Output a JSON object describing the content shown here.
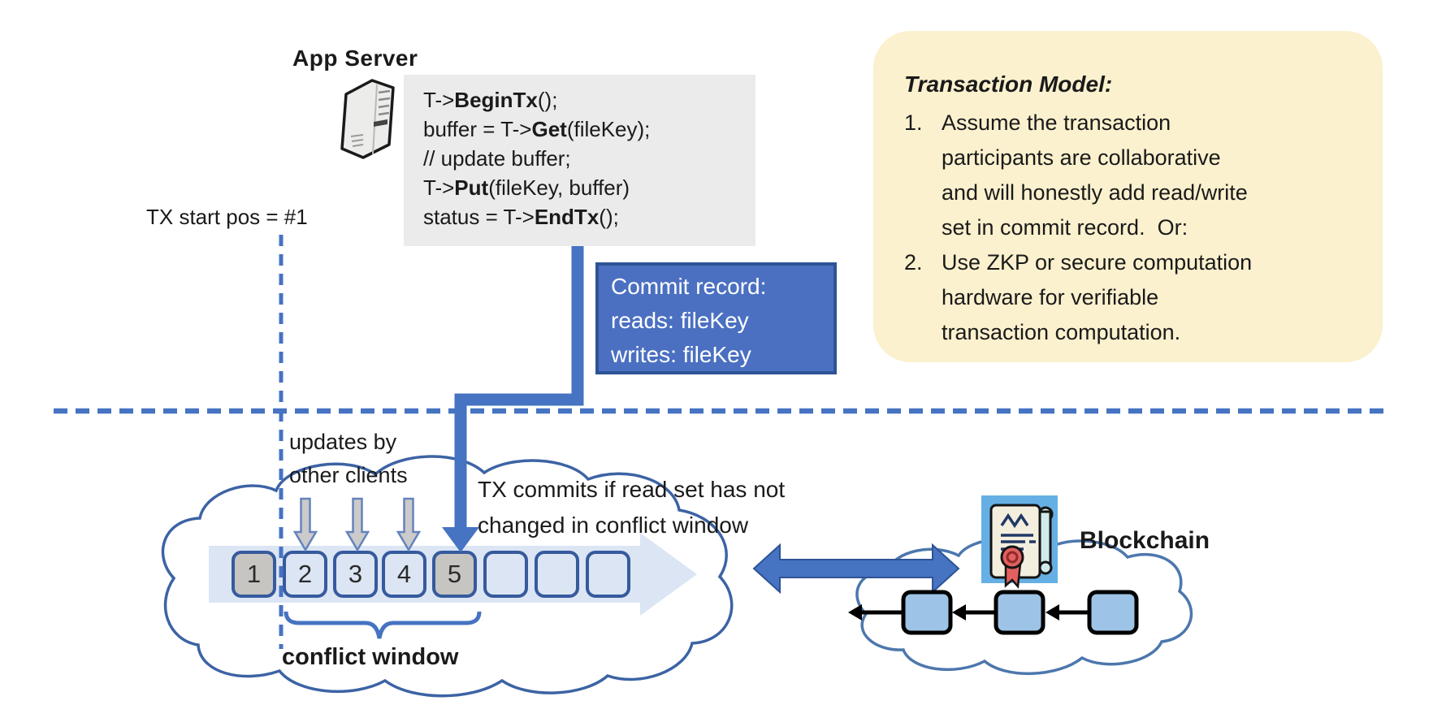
{
  "app_server": {
    "title": "App Server"
  },
  "code_block": {
    "lines": [
      {
        "s": [
          {
            "t": "T->"
          },
          {
            "t": "BeginTx"
          },
          {
            "t": "();"
          }
        ]
      },
      {
        "s": [
          {
            "t": "buffer = T->"
          },
          {
            "t": "Get"
          },
          {
            "t": "(fileKey);"
          }
        ]
      },
      {
        "s": [
          {
            "t": "// update buffer;"
          }
        ]
      },
      {
        "s": [
          {
            "t": "T->"
          },
          {
            "t": "Put"
          },
          {
            "t": "(fileKey, buffer)"
          }
        ]
      },
      {
        "s": [
          {
            "t": "status = T->"
          },
          {
            "t": "EndTx"
          },
          {
            "t": "();"
          }
        ]
      }
    ]
  },
  "tx_start_label": "TX start pos = #1",
  "commit_record": {
    "lines": [
      "Commit record:",
      "reads: fileKey",
      "writes: fileKey"
    ]
  },
  "transaction_model": {
    "title": "Transaction Model:",
    "items": [
      {
        "num": "1.",
        "text": "Assume the transaction\nparticipants are collaborative\nand will honestly add read/write\nset in commit record.  Or:"
      },
      {
        "num": "2.",
        "text": "Use ZKP or secure computation\nhardware for verifiable\ntransaction computation."
      }
    ]
  },
  "timeline": {
    "updates_label": "updates by\nother clients",
    "commit_note": "TX commits if read set has not\nchanged in conflict window",
    "conflict_window_label": "conflict window",
    "blocks": [
      "1",
      "2",
      "3",
      "4",
      "5",
      "",
      "",
      ""
    ]
  },
  "blockchain": {
    "label": "Blockchain"
  },
  "colors": {
    "accent_blue": "#4673C2",
    "dark_blue_border": "#2E5395",
    "commit_fill": "#4B70C1",
    "note_yellow": "#FBF1CE",
    "code_gray": "#EBEBEB",
    "block_border": "#365A9D",
    "block_light": "#DBE5F3",
    "block_gray": "#C7C5C2",
    "band_blue": "#DBE5F4",
    "chain_block_fill": "#9DC3E6",
    "cert_icon_bg": "#66AFE5",
    "seal_red": "#E2605E"
  }
}
